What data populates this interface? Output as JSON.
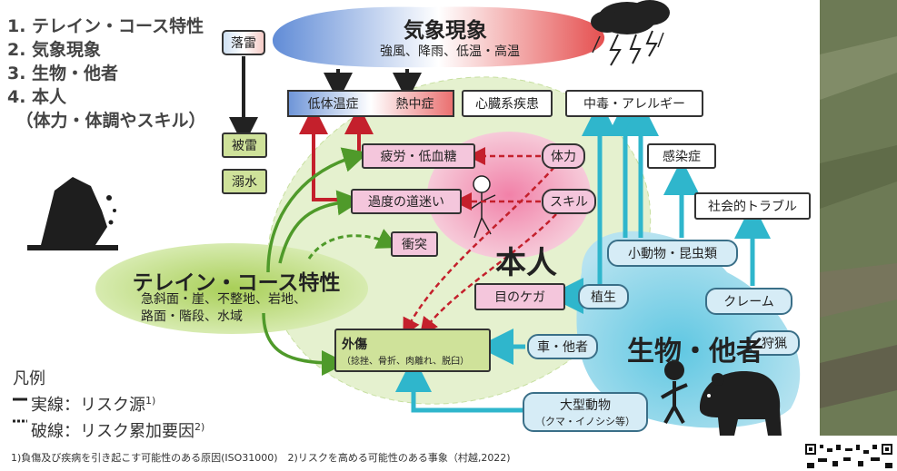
{
  "categories": [
    "1. テレイン・コース特性",
    "2. 気象現象",
    "3. 生物・他者",
    "4. 本人",
    "　（体力・体調やスキル）"
  ],
  "weather": {
    "title": "気象現象",
    "subtitle": "強風、降雨、低温・高温"
  },
  "boxes": {
    "rakurai": "落雷",
    "hirai": "被雷",
    "dekisui": "溺水",
    "teitaion": "低体温症",
    "necchu": "熱中症",
    "shinzo": "心臓系疾患",
    "chudoku": "中毒・アレルギー",
    "hirou": "疲労・低血糖",
    "tairyoku": "体力",
    "kando": "過度の道迷い",
    "skill": "スキル",
    "kansen": "感染症",
    "shakai": "社会的トラブル",
    "shototsu": "衝突",
    "kodobutsu": "小動物・昆虫類",
    "me": "目のケガ",
    "shokusei": "植生",
    "claim": "クレーム",
    "kuruma": "車・他者",
    "shuryo": "狩猟",
    "gaisho_title": "外傷",
    "gaisho_sub": "（捻挫、骨折、肉離れ、脱臼）",
    "ogata_title": "大型動物",
    "ogata_sub": "（クマ・イノシシ等）"
  },
  "terrain": {
    "title": "テレイン・コース特性",
    "desc_line1": "急斜面・崖、不整地、岩地、",
    "desc_line2": "路面・階段、水域"
  },
  "honin": "本人",
  "seibutsu": "生物・他者",
  "legend": {
    "title": "凡例",
    "solid": "実線：リスク源",
    "solid_sup": "1)",
    "dashed": "破線：リスク累加要因",
    "dashed_sup": "2)"
  },
  "footnote": "1)負傷及び疾病を引き起こす可能性のある原因(ISO31000)　2)リスクを高める可能性のある事象（村越,2022)",
  "colors": {
    "green": "#8fbf3f",
    "pink": "#e5799f",
    "blue": "#42bcd6",
    "red": "#c4202c",
    "cyan_arrow": "#2fb6cc"
  }
}
